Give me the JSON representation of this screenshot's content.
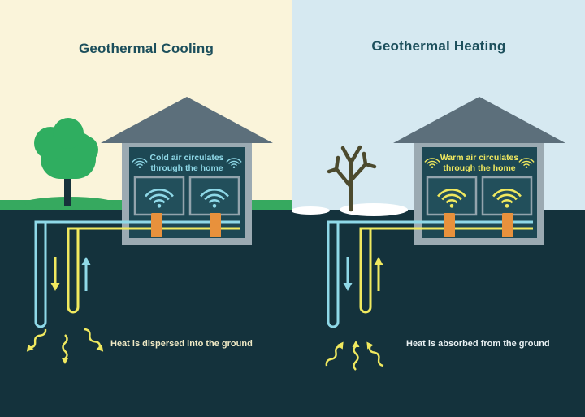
{
  "left": {
    "title": "Geothermal Cooling",
    "house_label_line1": "Cold air circulates",
    "house_label_line2": "through the home",
    "caption": "Heat is dispersed into the ground"
  },
  "right": {
    "title": "Geothermal Heating",
    "house_label_line1": "Warm air circulates",
    "house_label_line2": "through the home",
    "caption": "Heat is absorbed from the ground"
  },
  "icons": {
    "tree": "summer-tree-icon",
    "winter_tree": "bare-winter-tree-icon",
    "air_circulation": "air-ripple-icon",
    "down_arrow": "down-arrow-icon",
    "up_arrow": "up-arrow-icon",
    "heat_wave": "heat-squiggle-arrow-icon"
  },
  "colors": {
    "cooling_sky": "#FAF4DA",
    "heating_sky": "#D6E9F1",
    "ground": "#14323C",
    "grass": "#36A95F",
    "tree_green": "#2FAE60",
    "winter_tree": "#4C4A2E",
    "snow": "#FFFFFF",
    "house_wall": "#9BAAB2",
    "roof": "#5C6F7B",
    "house_interior": "#1D4854",
    "room_fill": "#224F5B",
    "pipe_cold": "#8FD9E8",
    "pipe_warm": "#F0E95F",
    "pump_orange": "#E8913C",
    "title_text": "#1C4F5C",
    "caption_cooling": "#F0EAC6",
    "caption_heating": "#EAF2F4"
  }
}
